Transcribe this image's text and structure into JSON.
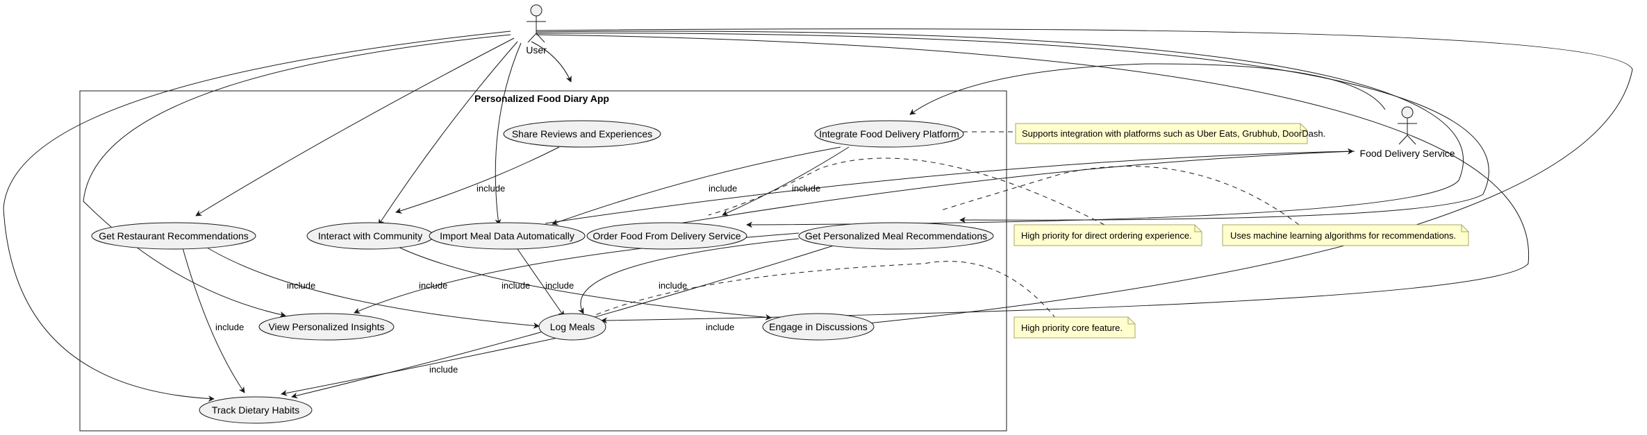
{
  "system": {
    "title": "Personalized Food Diary App"
  },
  "actors": {
    "user": "User",
    "food_delivery": "Food Delivery Service"
  },
  "use_cases": {
    "share_reviews": "Share Reviews and Experiences",
    "integrate_delivery": "Integrate Food Delivery Platform",
    "restaurant_recs": "Get Restaurant Recommendations",
    "interact_community": "Interact with Community",
    "import_meal": "Import Meal Data Automatically",
    "order_food": "Order Food From Delivery Service",
    "meal_recs": "Get Personalized Meal Recommendations",
    "view_insights": "View Personalized Insights",
    "log_meals": "Log Meals",
    "engage_discussions": "Engage in Discussions",
    "track_habits": "Track Dietary Habits"
  },
  "notes": {
    "integration": "Supports integration with platforms such as Uber Eats, Grubhub, DoorDash.",
    "ordering": "High priority for direct ordering experience.",
    "ml": "Uses machine learning algorithms for recommendations.",
    "core": "High priority core feature."
  },
  "relation_label": "include",
  "colors": {
    "use_case_fill": "#f1f1f1",
    "note_fill": "#fefece",
    "note_border": "#a8a861",
    "line": "#181818"
  }
}
